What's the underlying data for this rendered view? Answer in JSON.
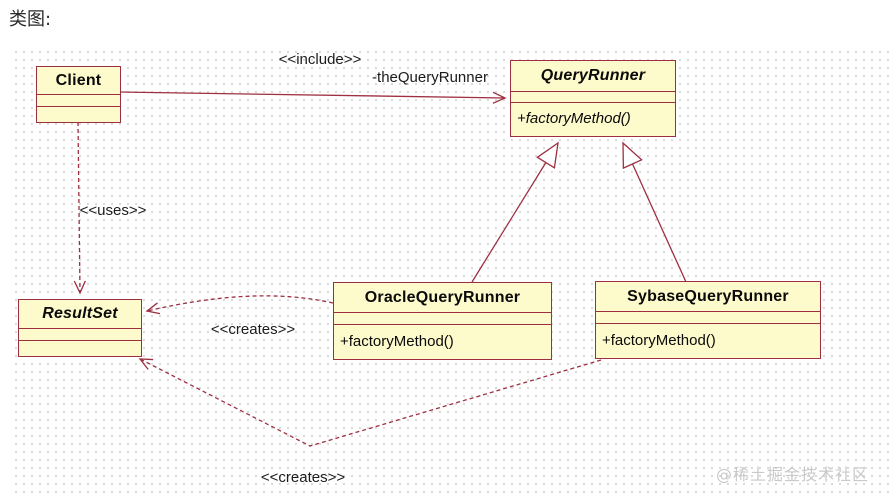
{
  "heading": "类图:",
  "watermark": "@稀土掘金技术社区",
  "colors": {
    "class_fill": "#fdfacb",
    "class_border": "#9d2f40",
    "edge_line": "#9d2f40",
    "grid_dot": "#d6d6d6",
    "text": "#0a0a0a",
    "watermark": "#c9c9c9"
  },
  "classes": {
    "client": {
      "name": "Client",
      "abstract": false
    },
    "query_runner": {
      "name": "QueryRunner",
      "abstract": true,
      "method": "+factoryMethod()"
    },
    "result_set": {
      "name": "ResultSet",
      "abstract": true
    },
    "oracle_query_runner": {
      "name": "OracleQueryRunner",
      "abstract": false,
      "method": "+factoryMethod()"
    },
    "sybase_query_runner": {
      "name": "SybaseQueryRunner",
      "abstract": false,
      "method": "+factoryMethod()"
    }
  },
  "edges": {
    "include": {
      "type": "association",
      "stereotype": "<<include>>",
      "role": "-theQueryRunner",
      "from": "Client",
      "to": "QueryRunner"
    },
    "uses": {
      "type": "dependency",
      "stereotype": "<<uses>>",
      "from": "Client",
      "to": "ResultSet"
    },
    "generalization_oracle": {
      "type": "generalization",
      "from": "OracleQueryRunner",
      "to": "QueryRunner"
    },
    "generalization_sybase": {
      "type": "generalization",
      "from": "SybaseQueryRunner",
      "to": "QueryRunner"
    },
    "creates_oracle": {
      "type": "dependency",
      "stereotype": "<<creates>>",
      "from": "OracleQueryRunner",
      "to": "ResultSet"
    },
    "creates_sybase": {
      "type": "dependency",
      "stereotype": "<<creates>>",
      "from": "SybaseQueryRunner",
      "to": "ResultSet"
    }
  }
}
